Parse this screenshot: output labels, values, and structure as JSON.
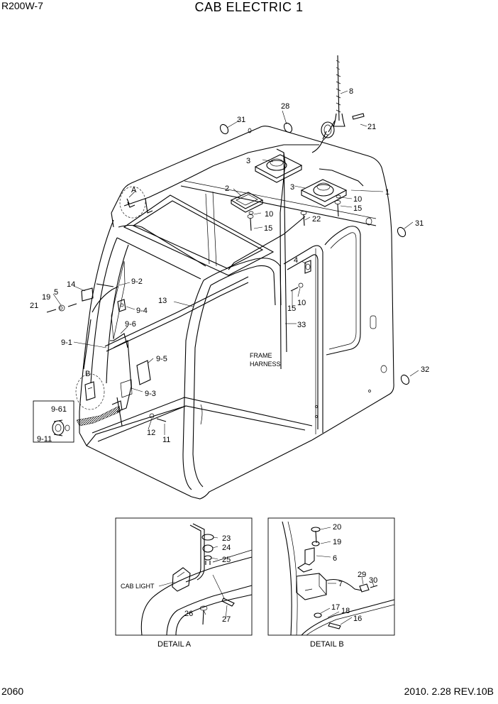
{
  "header": {
    "model": "R200W-7",
    "title": "CAB ELECTRIC 1"
  },
  "footer": {
    "page_number": "2060",
    "revision": "2010. 2.28  REV.10B"
  },
  "main_labels": {
    "p1": "1",
    "p2": "2",
    "p3a": "3",
    "p3b": "3",
    "p4": "4",
    "p5": "5",
    "p8": "8",
    "p9_1": "9-1",
    "p9_2": "9-2",
    "p9_3": "9-3",
    "p9_4": "9-4",
    "p9_5": "9-5",
    "p9_6": "9-6",
    "p9_61": "9-61",
    "p9_11": "9-11",
    "p10a": "10",
    "p10b": "10",
    "p10c": "10",
    "p11": "11",
    "p12": "12",
    "p13": "13",
    "p14": "14",
    "p15a": "15",
    "p15b": "15",
    "p15c": "15",
    "p19": "19",
    "p21a": "21",
    "p21b": "21",
    "p22": "22",
    "p28": "28",
    "p31a": "31",
    "p31b": "31",
    "p32": "32",
    "p33": "33",
    "callout_a": "A",
    "callout_b": "B",
    "frame_harness_1": "FRAME",
    "frame_harness_2": "HARNESS"
  },
  "detail_a": {
    "caption": "DETAIL A",
    "cab_light": "CAB LIGHT",
    "p23": "23",
    "p24": "24",
    "p25": "25",
    "p26": "26",
    "p27": "27"
  },
  "detail_b": {
    "caption": "DETAIL B",
    "p6": "6",
    "p7": "7",
    "p16": "16",
    "p17": "17",
    "p18": "18",
    "p19": "19",
    "p20": "20",
    "p29": "29",
    "p30": "30"
  }
}
